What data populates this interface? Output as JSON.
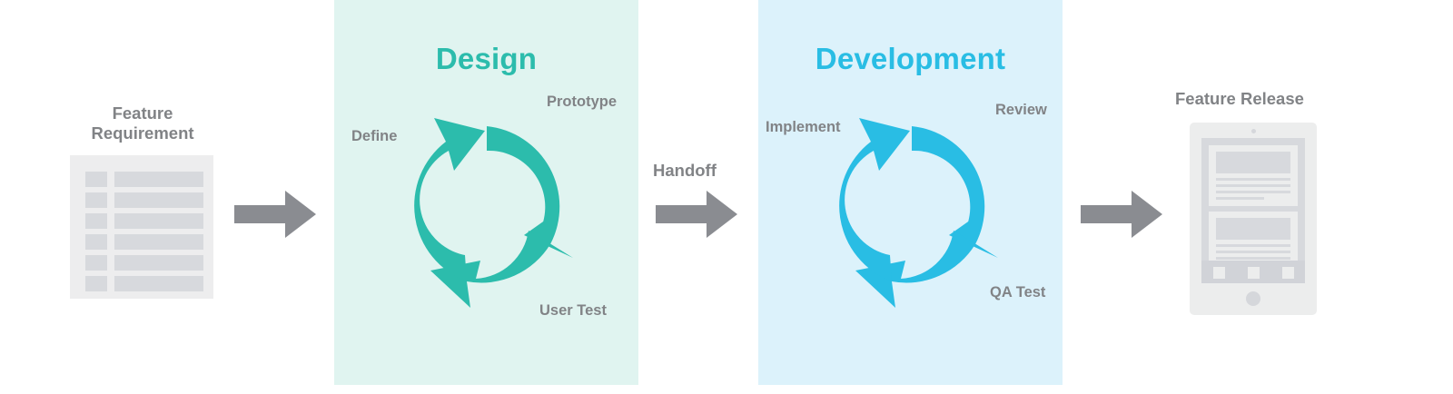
{
  "diagram": {
    "title_visible": false,
    "colors": {
      "teal": "#2cbcac",
      "blue": "#29bde4",
      "teal_panel": "#e0f4f0",
      "blue_panel": "#dcf2fb",
      "gray_text": "#818386",
      "gray_arrow": "#8a8c91",
      "doc_bg": "#ededee",
      "doc_line": "#d7d9dd"
    }
  },
  "input": {
    "caption": "Feature Requirement",
    "icon": "document-icon",
    "rows": 6
  },
  "arrows": [
    {
      "name": "arrow-requirement-to-design",
      "label": ""
    },
    {
      "name": "arrow-design-to-development",
      "label": "Handoff"
    },
    {
      "name": "arrow-development-to-release",
      "label": ""
    }
  ],
  "handoff": {
    "label": "Handoff"
  },
  "stages": [
    {
      "id": "design",
      "title": "Design",
      "color": "#2cbcac",
      "panel_color": "#e0f4f0",
      "nodes": [
        {
          "label": "Define",
          "position": "top-left"
        },
        {
          "label": "Prototype",
          "position": "top-right"
        },
        {
          "label": "User Test",
          "position": "bottom-right"
        }
      ]
    },
    {
      "id": "development",
      "title": "Development",
      "color": "#29bde4",
      "panel_color": "#dcf2fb",
      "nodes": [
        {
          "label": "Implement",
          "position": "top-left"
        },
        {
          "label": "Review",
          "position": "top-right"
        },
        {
          "label": "QA Test",
          "position": "bottom-right"
        }
      ]
    }
  ],
  "output": {
    "caption": "Feature Release",
    "icon": "tablet-device-icon",
    "screen": {
      "cards": 2,
      "tab_squares": 3
    }
  }
}
